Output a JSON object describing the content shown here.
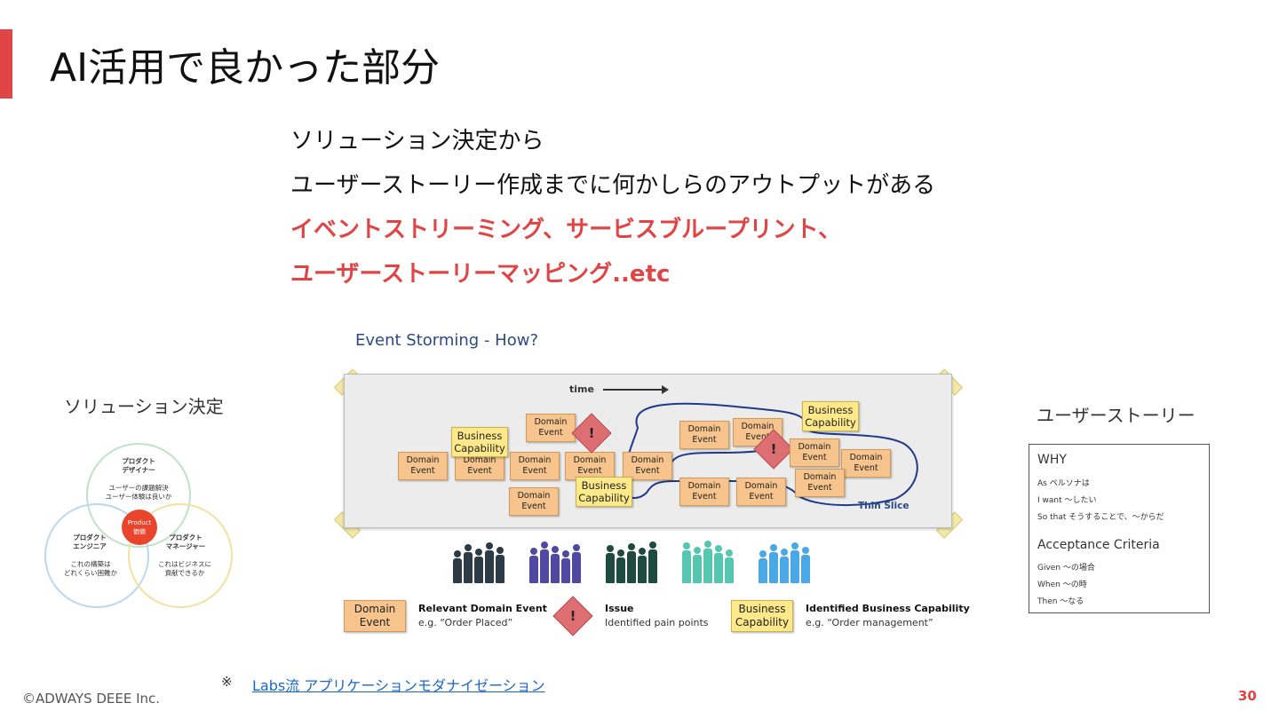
{
  "slide": {
    "title": "AI活用で良かった部分",
    "bullets": [
      "ソリューション決定から",
      "ユーザーストーリー作成までに何かしらのアウトプットがある",
      "イベントストリーミング、サービスブループリント、",
      "ユーザーストーリーマッピング..etc"
    ],
    "accent_color": "#e04444"
  },
  "solution": {
    "title": "ソリューション決定",
    "designer_title": [
      "プロダクト",
      "デザイナー"
    ],
    "designer_desc": [
      "ユーザーの課題解決",
      "ユーザー体験は良いか"
    ],
    "engineer_title": [
      "プロダクト",
      "エンジニア"
    ],
    "engineer_desc": [
      "これの構築は",
      "どれくらい困難か"
    ],
    "manager_title": [
      "プロダクト",
      "マネージャー"
    ],
    "manager_desc": [
      "これはビジネスに",
      "貢献できるか"
    ],
    "product_label": [
      "Product",
      "価値"
    ]
  },
  "event_storming": {
    "title": "Event Storming - How?",
    "time_label": "time",
    "domain_event": "Domain Event",
    "business_capability": "Business Capability",
    "issue_mark": "!",
    "thin_slice": "Thin Slice",
    "people_colors": [
      "#2d3b46",
      "#5148a1",
      "#1f4a3e",
      "#55c6b0",
      "#4aa8e6"
    ],
    "legend": {
      "domain_event_head": "Relevant Domain Event",
      "domain_event_sub": "e.g. “Order Placed”",
      "issue_head": "Issue",
      "issue_sub": "Identified pain points",
      "capability_head": "Identified Business Capability",
      "capability_sub": "e.g. “Order management”"
    }
  },
  "user_story": {
    "title": "ユーザーストーリー",
    "why": "WHY",
    "as": "As ペルソナは",
    "want": "I want 〜したい",
    "so_that": "So that そうすることで、〜からだ",
    "acceptance": "Acceptance Criteria",
    "given": "Given 〜の場合",
    "when": "When 〜の時",
    "then": "Then 〜なる"
  },
  "footer": {
    "note_mark": "※",
    "link_text": "Labs流 アプリケーションモダナイゼーション",
    "copyright": "©ADWAYS DEEE Inc.",
    "page_number": "30"
  }
}
